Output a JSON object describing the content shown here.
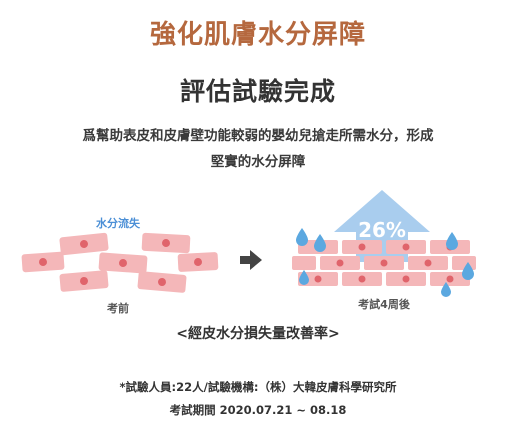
{
  "title": "強化肌膚水分屏障",
  "subtitle": "評估試驗完成",
  "description": [
    "爲幫助表皮和皮膚壁功能較弱的嬰幼兒搶走所需水分，形成",
    "堅實的水分屏障"
  ],
  "before": {
    "water_loss_label": "水分流失",
    "label": "考前"
  },
  "after": {
    "percent": "26%",
    "label": "考試4周後"
  },
  "caption": "<經皮水分損失量改善率>",
  "footnotes": [
    "*試驗人員:22人/試驗機構:（株）大韓皮膚科學研究所",
    "考試期間 2020.07.21 ~ 08.18"
  ],
  "colors": {
    "title": "#b5683e",
    "text": "#333333",
    "cell_fill": "#f4b7b9",
    "cell_nucleus": "#e0646b",
    "water_blue": "#5ba8e0",
    "arrow_blue": "#a9cdee",
    "arrow_gray": "#444444"
  }
}
